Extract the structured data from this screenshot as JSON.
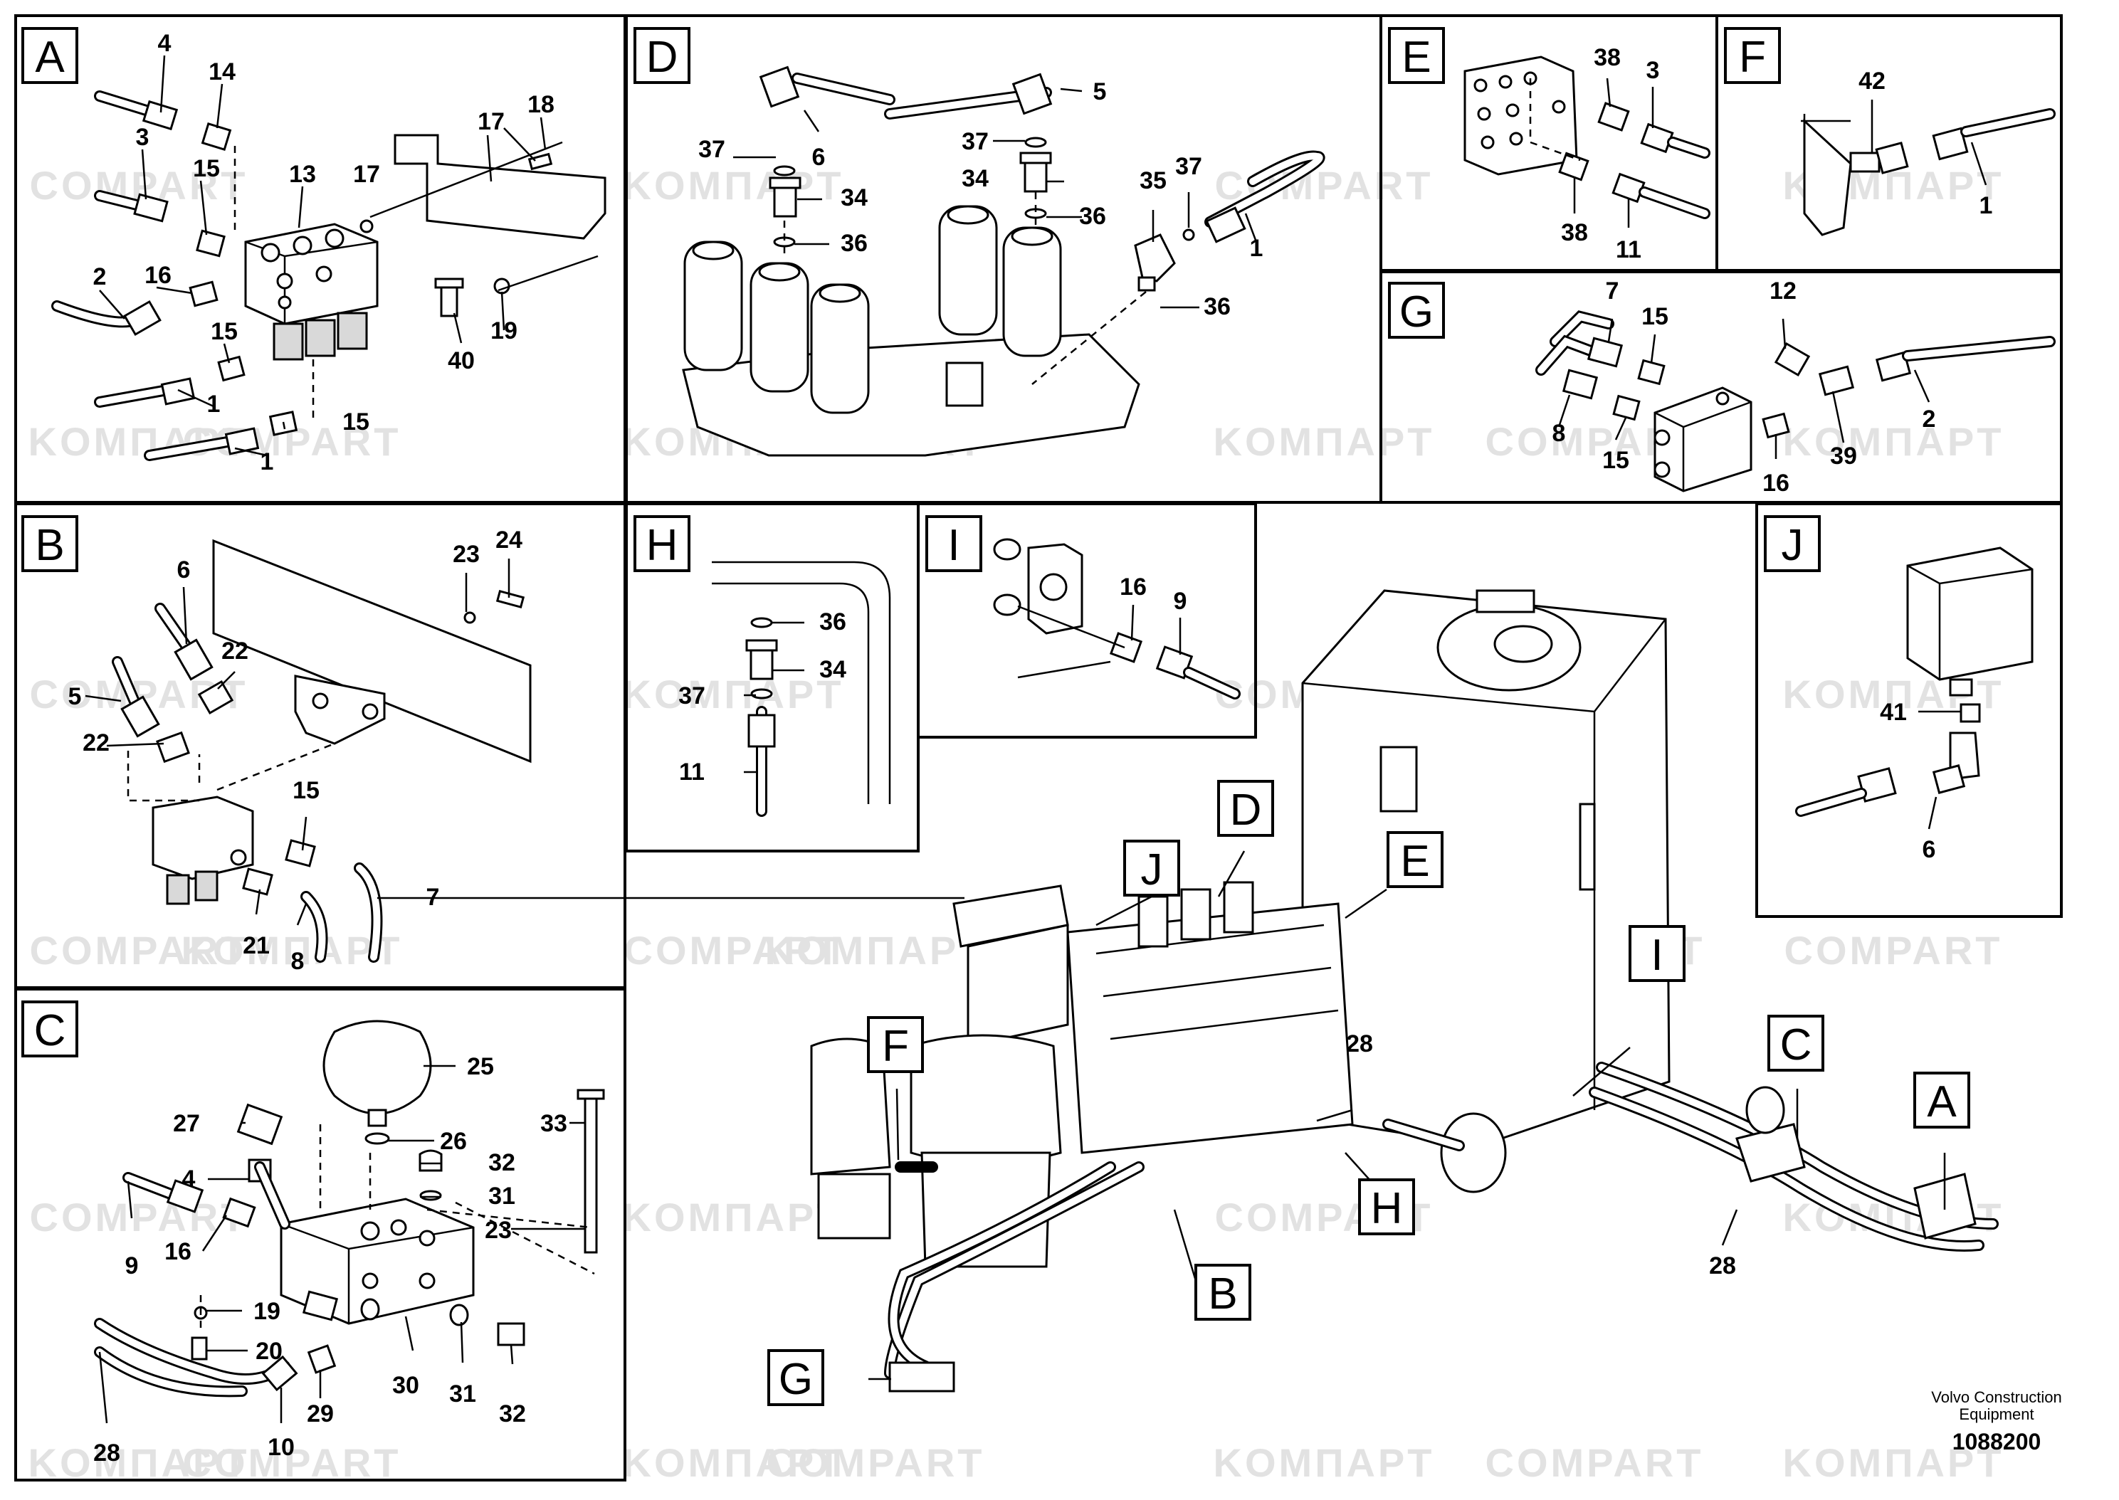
{
  "watermark": "KOMПAPT",
  "watermark_alt": "COMPART",
  "footer": {
    "company_line1": "Volvo Construction",
    "company_line2": "Equipment",
    "code": "1088200"
  },
  "panels": {
    "A": {
      "letter": "A",
      "labels": [
        "4",
        "14",
        "3",
        "15",
        "13",
        "17",
        "18",
        "17",
        "2",
        "16",
        "15",
        "40",
        "19",
        "1",
        "15",
        "1"
      ]
    },
    "D": {
      "letter": "D",
      "labels": [
        "6",
        "5",
        "37",
        "37",
        "34",
        "34",
        "36",
        "36",
        "35",
        "37",
        "1",
        "36"
      ]
    },
    "E": {
      "letter": "E",
      "labels": [
        "38",
        "3",
        "38",
        "11"
      ]
    },
    "F": {
      "letter": "F",
      "labels": [
        "42",
        "1"
      ]
    },
    "G": {
      "letter": "G",
      "labels": [
        "7",
        "15",
        "12",
        "8",
        "15",
        "16",
        "39",
        "2"
      ]
    },
    "B": {
      "letter": "B",
      "labels": [
        "23",
        "24",
        "6",
        "22",
        "5",
        "22",
        "15",
        "7",
        "21",
        "8"
      ]
    },
    "H": {
      "letter": "H",
      "labels": [
        "36",
        "34",
        "37",
        "11"
      ]
    },
    "I": {
      "letter": "I",
      "labels": [
        "16",
        "9"
      ]
    },
    "J": {
      "letter": "J",
      "labels": [
        "41",
        "6"
      ]
    },
    "C": {
      "letter": "C",
      "labels": [
        "25",
        "27",
        "26",
        "33",
        "32",
        "4",
        "31",
        "23",
        "9",
        "16",
        "19",
        "20",
        "30",
        "31",
        "32",
        "28",
        "10",
        "29"
      ]
    },
    "main": {
      "callouts": [
        "D",
        "J",
        "E",
        "I",
        "F",
        "C",
        "A",
        "H",
        "B",
        "G"
      ],
      "labels": [
        "28",
        "28"
      ]
    }
  }
}
